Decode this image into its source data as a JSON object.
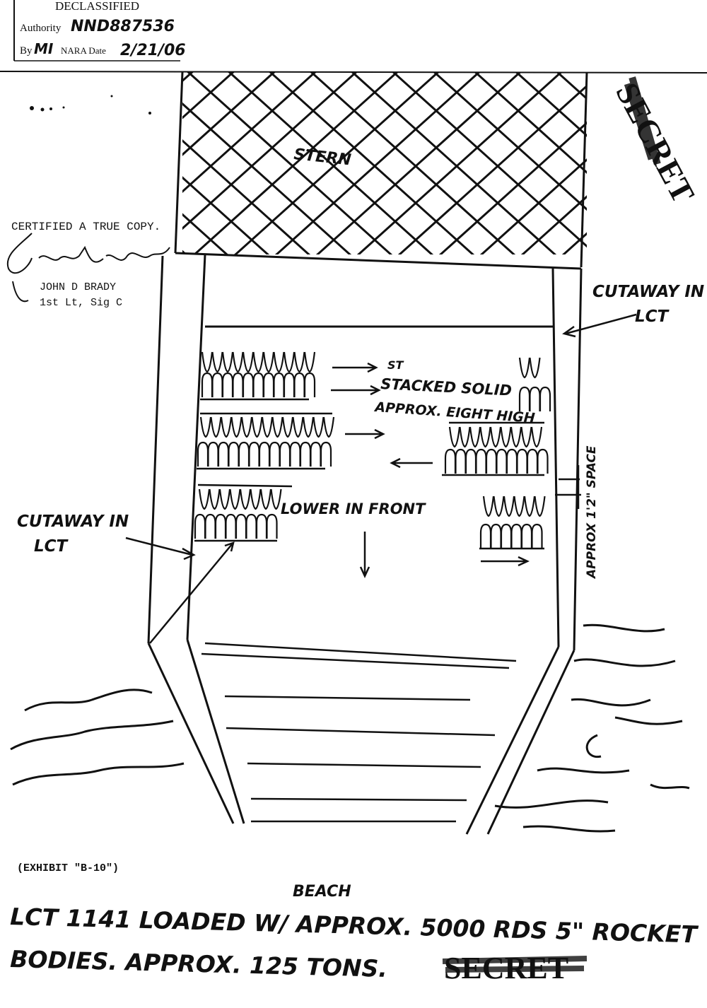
{
  "stamp": {
    "heading": "DECLASSIFIED",
    "authority_label": "Authority",
    "authority_value": "NND887536",
    "by_label": "By",
    "by_value": "MI",
    "nara_label": "NARA Date",
    "date_value": "2/21/06"
  },
  "certification": {
    "line": "CERTIFIED A TRUE COPY.",
    "name": "JOHN D BRADY",
    "rank": "1st Lt, Sig C"
  },
  "classification_marks": [
    "SECRET",
    "SECRET"
  ],
  "labels": {
    "stern": "STERN",
    "cutaway_right": [
      "CUTAWAY IN",
      "LCT"
    ],
    "cutaway_left": [
      "CUTAWAY IN",
      "LCT"
    ],
    "stacked_prefix": "ST",
    "stacked": "STACKED SOLID",
    "approx_high": "APPROX. EIGHT HIGH",
    "lower_front": "LOWER IN FRONT",
    "space": "APPROX 1'2\" SPACE",
    "beach": "BEACH"
  },
  "exhibit": "(EXHIBIT \"B-10\")",
  "caption": {
    "line1": "LCT 1141 LOADED W/ APPROX. 5000 RDS 5\" ROCKET",
    "line2": "BODIES. APPROX. 125 TONS."
  }
}
